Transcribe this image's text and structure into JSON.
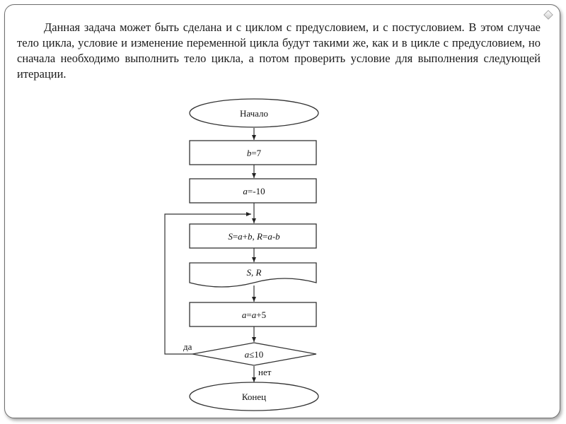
{
  "description_text": "Данная задача может быть сделана и с циклом с предусловием, и с постусловием. В этом случае тело цикла, условие и изменение переменной цикла будут такими же, как и в цикле с предусловием, но сначала необходимо выполнить тело цикла, а потом проверить условие для выполнения следующей итерации.",
  "flowchart": {
    "start": "Начало",
    "step_b": {
      "var": "b",
      "rest": "=7"
    },
    "step_a": {
      "var": "a",
      "rest": "=-10"
    },
    "step_calc": {
      "parts": [
        {
          "t": "S",
          "i": true
        },
        {
          "t": "=",
          "i": false
        },
        {
          "t": "a",
          "i": true
        },
        {
          "t": "+",
          "i": false
        },
        {
          "t": "b",
          "i": true
        },
        {
          "t": ", ",
          "i": false
        },
        {
          "t": "R",
          "i": true
        },
        {
          "t": "=",
          "i": false
        },
        {
          "t": "a",
          "i": true
        },
        {
          "t": "-",
          "i": false
        },
        {
          "t": "b",
          "i": true
        }
      ]
    },
    "output": "S, R",
    "increment": {
      "parts": [
        {
          "t": "a",
          "i": true
        },
        {
          "t": "=",
          "i": false
        },
        {
          "t": "a",
          "i": true
        },
        {
          "t": "+5",
          "i": false
        }
      ]
    },
    "condition": {
      "var": "a",
      "rest": "≤10"
    },
    "yes_label": "да",
    "no_label": "нет",
    "end": "Конец"
  }
}
